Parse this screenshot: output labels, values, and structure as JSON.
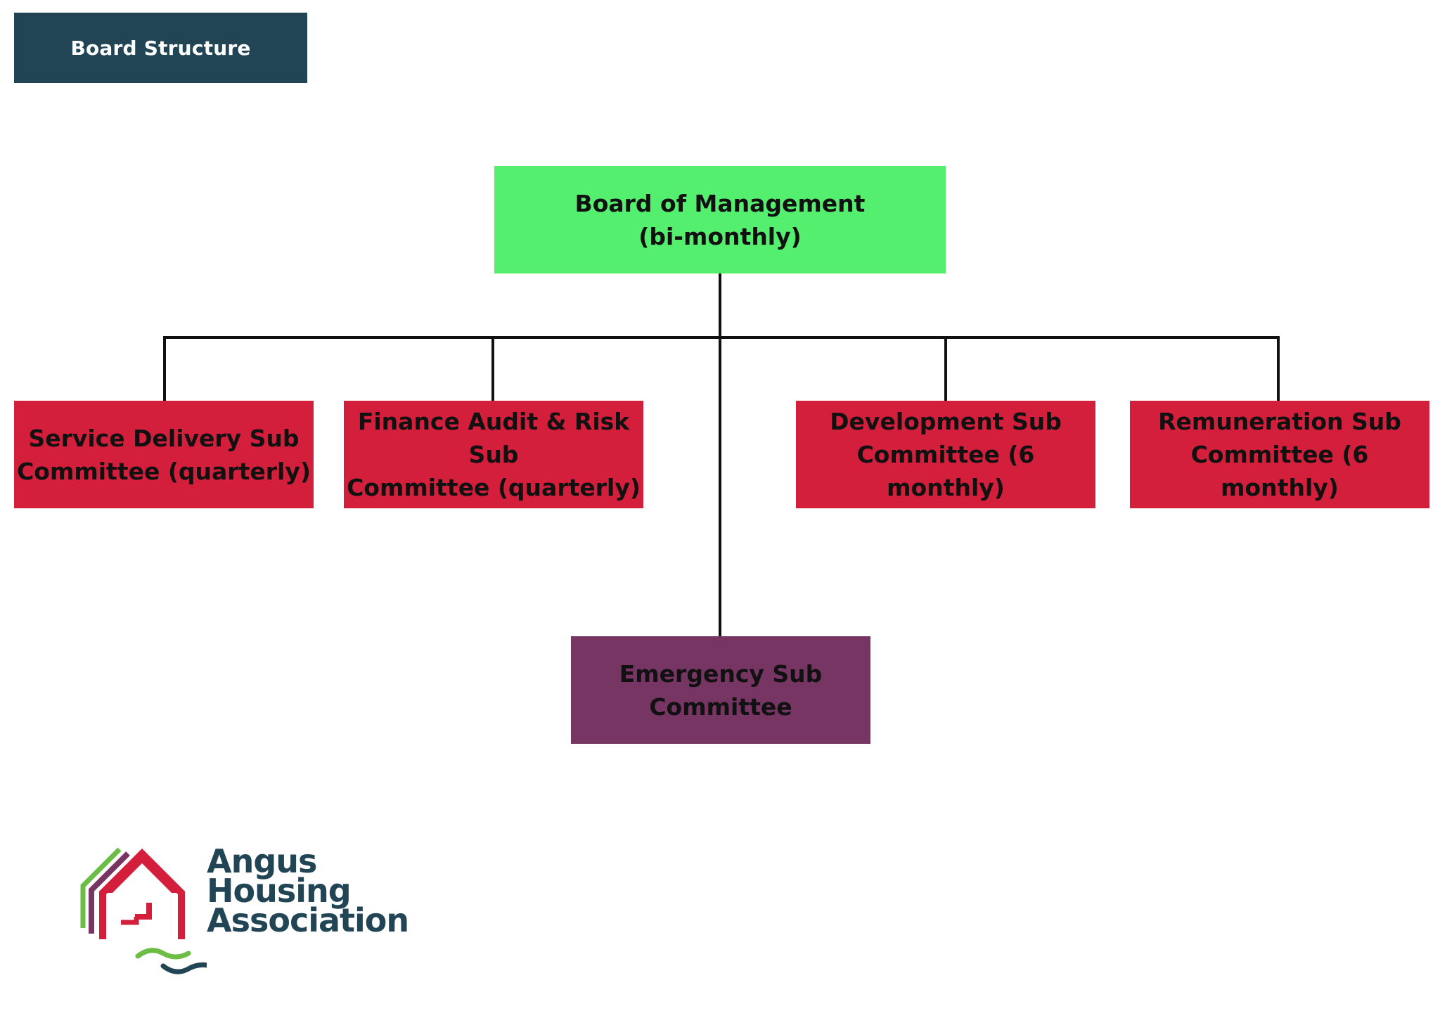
{
  "header": {
    "title": "Board Structure"
  },
  "diagram": {
    "root": {
      "line1": "Board of Management",
      "line2": "(bi-monthly)"
    },
    "subcommittees": [
      {
        "line1": "Service Delivery Sub",
        "line2": "Committee (quarterly)"
      },
      {
        "line1": "Finance Audit & Risk Sub",
        "line2": "Committee (quarterly)"
      },
      {
        "line1": "Development Sub",
        "line2": "Committee (6 monthly)"
      },
      {
        "line1": "Remuneration Sub",
        "line2": "Committee (6 monthly)"
      }
    ],
    "emergency": {
      "line1": "Emergency Sub",
      "line2": "Committee"
    }
  },
  "logo": {
    "line1": "Angus",
    "line2": "Housing",
    "line3": "Association"
  },
  "colors": {
    "header_bg": "#214555",
    "root_bg": "#55ef70",
    "subcommittee_bg": "#d31f3b",
    "emergency_bg": "#763563",
    "logo_text": "#214555"
  }
}
